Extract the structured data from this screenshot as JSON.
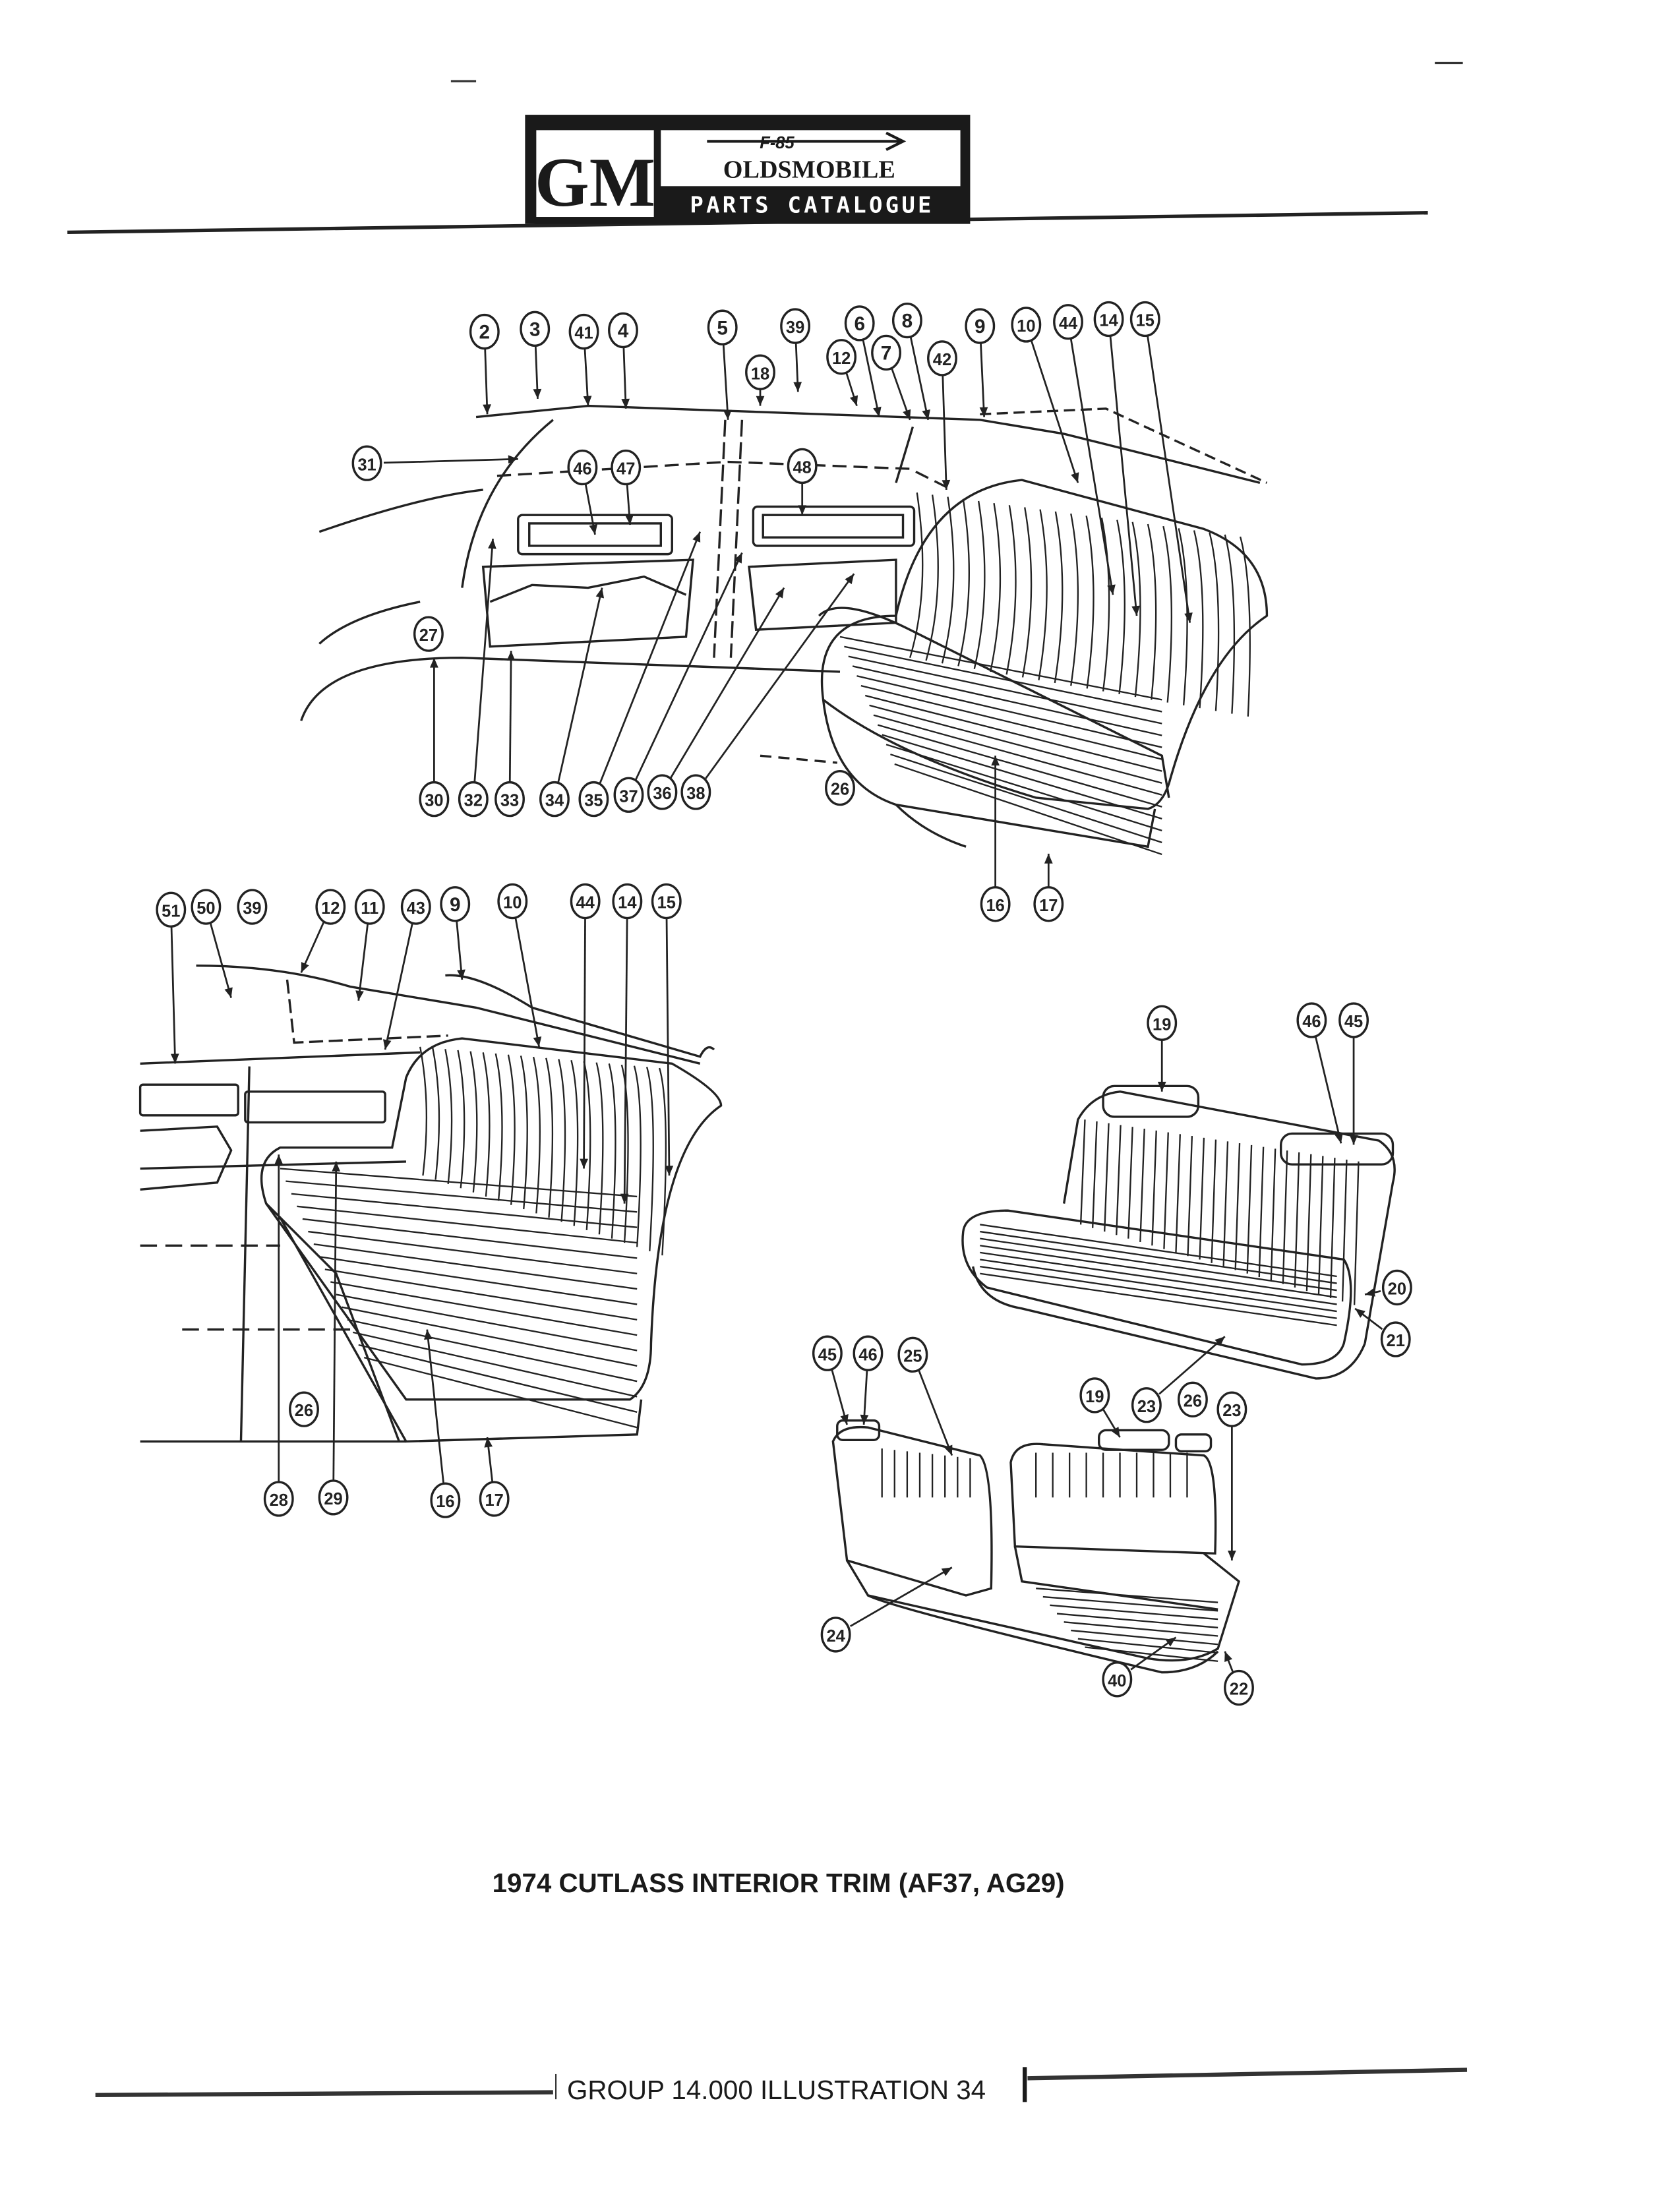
{
  "header": {
    "logo_gm": "GM",
    "logo_model": "F-85",
    "logo_brand": "OLDSMOBILE",
    "logo_catalogue": "PARTS CATALOGUE"
  },
  "diagram_top": {
    "callouts": [
      "2",
      "3",
      "41",
      "4",
      "5",
      "39",
      "6",
      "8",
      "9",
      "10",
      "44",
      "14",
      "15",
      "18",
      "12",
      "7",
      "42",
      "31",
      "46",
      "47",
      "48",
      "27",
      "30",
      "32",
      "33",
      "34",
      "35",
      "37",
      "36",
      "38",
      "26",
      "16",
      "17"
    ]
  },
  "diagram_left": {
    "callouts": [
      "51",
      "50",
      "39",
      "12",
      "11",
      "43",
      "9",
      "10",
      "44",
      "14",
      "15",
      "26",
      "28",
      "29",
      "16",
      "17"
    ]
  },
  "diagram_right": {
    "callouts": [
      "19",
      "46",
      "45",
      "20",
      "21",
      "45",
      "46",
      "25",
      "19",
      "23",
      "26",
      "23",
      "24",
      "40",
      "22"
    ]
  },
  "caption": "1974 CUTLASS INTERIOR TRIM (AF37, AG29)",
  "footer": "GROUP 14.000 ILLUSTRATION 34"
}
